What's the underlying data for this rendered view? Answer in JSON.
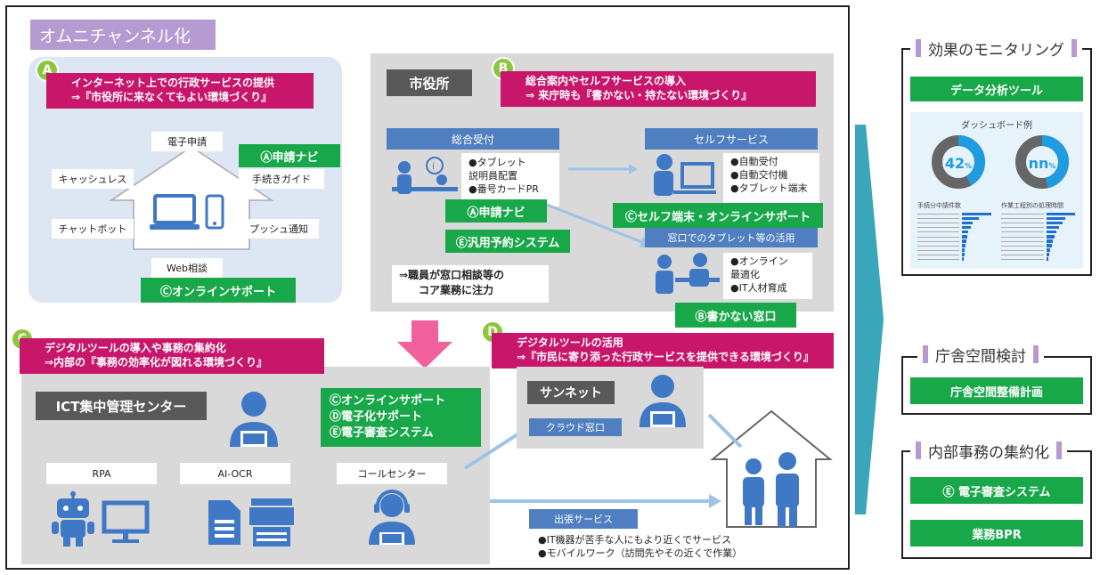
{
  "main_title": "オムニチャンネル化",
  "badges": {
    "a": "A",
    "b": "B",
    "c": "C",
    "d": "D"
  },
  "section_a": {
    "title_line1": "インターネット上での行政サービスの提供",
    "title_line2": "⇒『市役所に来なくてもよい環境づくり』",
    "labels": [
      "電子申請",
      "キャッシュレス",
      "手続きガイド",
      "チャットボット",
      "プッシュ通知",
      "Web相談"
    ],
    "green_navi": "Ⓐ申請ナビ",
    "green_online": "Ⓒオンラインサポート"
  },
  "section_b": {
    "header": "市役所",
    "title_line1": "総合案内やセルフサービスの導入",
    "title_line2": "⇒ 来庁時も『書かない・持たない環境づくり』",
    "reception_header": "総合受付",
    "reception_items": [
      "●タブレット",
      "説明員配置",
      "●番号カードPR"
    ],
    "self_header": "セルフサービス",
    "self_items": [
      "●自動受付",
      "●自動交付機",
      "●タブレット端末"
    ],
    "green_navi": "Ⓐ申請ナビ",
    "green_reserve": "Ⓔ汎用予約システム",
    "green_self": "Ⓒセルフ端末・オンラインサポート",
    "tablet_header": "窓口でのタブレット等の活用",
    "tablet_items": [
      "●オンライン",
      "最適化",
      "●IT人材育成"
    ],
    "staff_line1": "⇒職員が窓口相談等の",
    "staff_line2": "コア業務に注力",
    "green_window": "Ⓑ書かない窓口"
  },
  "section_c": {
    "title_line1": "デジタルツールの導入や事務の集約化",
    "title_line2": "⇒内部の『事務の効率化が図れる環境づくり』",
    "center_label": "ICT集中管理センター",
    "green_lines": [
      "Ⓒオンラインサポート",
      "Ⓓ電子化サポート",
      "Ⓔ電子審査システム"
    ],
    "tools": [
      "RPA",
      "AI-OCR",
      "コールセンター"
    ]
  },
  "section_d": {
    "title_line1": "デジタルツールの活用",
    "title_line2": "⇒『市民に寄り添った行政サービスを提供できる環境づくり』",
    "sunnet": "サンネット",
    "cloud": "クラウド窓口",
    "outreach": "出張サービス",
    "outreach_items": [
      "●IT機器が苦手な人にもより近くでサービス",
      "●モバイルワーク（訪問先やその近くで作業）"
    ]
  },
  "right_panel": {
    "monitoring_title": "効果のモニタリング",
    "data_tool": "データ分析ツール",
    "dashboard_title": "ダッシュボード例",
    "donut1_value": "42",
    "donut1_unit": "%",
    "donut2_value": "nn",
    "donut2_unit": "%",
    "chart1_label": "手続分中請件数",
    "chart2_label": "作業工程別の処理時間",
    "chart1_values": [
      0.95,
      0.55,
      0.35,
      0.28,
      0.22,
      0.18,
      0.15,
      0.12,
      0.1,
      0.08,
      0.06
    ],
    "chart2_values": [
      0.9,
      0.6,
      0.5,
      0.4,
      0.32,
      0.26,
      0.2,
      0.16,
      0.12,
      0.09,
      0.07
    ],
    "space_title": "庁舎空間検討",
    "space_plan": "庁舎空間整備計画",
    "internal_title": "内部事務の集約化",
    "internal_review": "Ⓔ 電子審査システム",
    "bpr": "業務BPR"
  },
  "colors": {
    "magenta": "#c8176b",
    "green": "#18a84a",
    "blue": "#4f7fc0",
    "icon_blue": "#3f78c4",
    "lavender": "#b69bd3",
    "badge_green": "#8cc63f",
    "arrow_pink": "#f0609a",
    "arrow_teal": "#3aa6b9"
  }
}
